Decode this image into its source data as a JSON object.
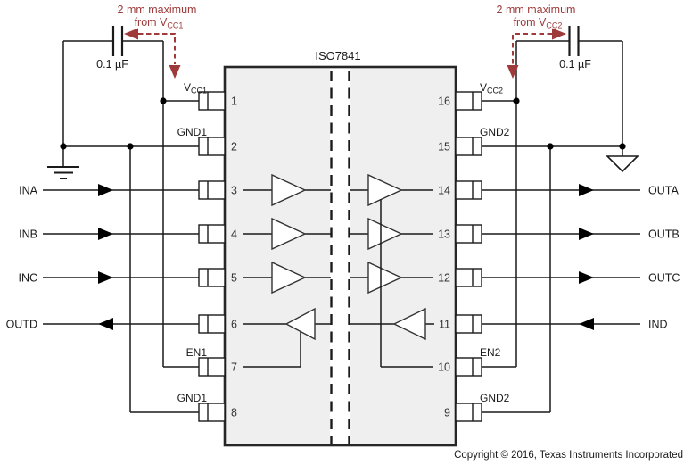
{
  "title": "ISO7841",
  "copyright": "Copyright © 2016, Texas Instruments Incorporated",
  "colors": {
    "annotation_red": "#9e3a3a",
    "ic_fill": "#efefef",
    "ic_border": "#262626",
    "wire": "#1a1a1a"
  },
  "annotations": {
    "left": {
      "line1": "2 mm maximum",
      "line2_base": "from V",
      "line2_sub": "CC1"
    },
    "right": {
      "line1": "2 mm maximum",
      "line2_base": "from V",
      "line2_sub": "CC2"
    }
  },
  "capacitors": {
    "left_value": "0.1 µF",
    "right_value": "0.1 µF"
  },
  "pins_left": [
    {
      "num": "1",
      "label_base": "V",
      "label_sub": "CC1"
    },
    {
      "num": "2",
      "label": "GND1"
    },
    {
      "num": "3"
    },
    {
      "num": "4"
    },
    {
      "num": "5"
    },
    {
      "num": "6"
    },
    {
      "num": "7",
      "label": "EN1"
    },
    {
      "num": "8",
      "label": "GND1"
    }
  ],
  "pins_right": [
    {
      "num": "16",
      "label_base": "V",
      "label_sub": "CC2"
    },
    {
      "num": "15",
      "label": "GND2"
    },
    {
      "num": "14"
    },
    {
      "num": "13"
    },
    {
      "num": "12"
    },
    {
      "num": "11"
    },
    {
      "num": "10",
      "label": "EN2"
    },
    {
      "num": "9",
      "label": "GND2"
    }
  ],
  "signals_left": [
    {
      "label": "INA"
    },
    {
      "label": "INB"
    },
    {
      "label": "INC"
    },
    {
      "label": "OUTD"
    }
  ],
  "signals_right": [
    {
      "label": "OUTA"
    },
    {
      "label": "OUTB"
    },
    {
      "label": "OUTC"
    },
    {
      "label": "IND"
    }
  ]
}
